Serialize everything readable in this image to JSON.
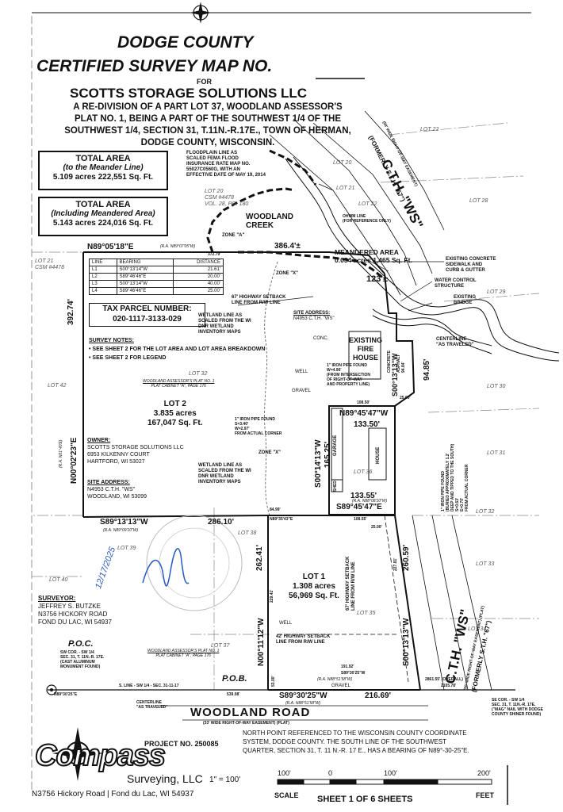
{
  "header": {
    "county_title": "DODGE COUNTY",
    "map_title": "CERTIFIED SURVEY MAP NO.",
    "for_label": "FOR",
    "owner_name": "SCOTTS STORAGE SOLUTIONS LLC",
    "description": [
      "A RE-DIVISION OF A PART LOT 37, WOODLAND ASSESSOR'S",
      "PLAT NO. 1, BEING A PART OF THE SOUTHWEST 1/4 OF THE",
      "SOUTHWEST 1/4, SECTION 31, T.11N.-R.17E., TOWN OF HERMAN,",
      "DODGE COUNTY, WISCONSIN."
    ]
  },
  "area_boxes": {
    "total_meander": {
      "title": "TOTAL AREA",
      "subtitle": "(to the Meander Line)",
      "value": "5.109 acres  222,551 Sq. Ft."
    },
    "total_meandered": {
      "title": "TOTAL AREA",
      "subtitle": "(Including Meandered Area)",
      "value": "5.143 acres  224,016 Sq. Ft."
    }
  },
  "line_table": {
    "headers": [
      "LINE",
      "BEARING",
      "DISTANCE"
    ],
    "rows": [
      [
        "L1",
        "S00°13'14\"W",
        "21.61'"
      ],
      [
        "L2",
        "S89°46'46\"E",
        "20.00'"
      ],
      [
        "L3",
        "S00°13'14\"W",
        "40.00'"
      ],
      [
        "L4",
        "S89°46'46\"E",
        "25.00'"
      ]
    ]
  },
  "tax_parcel": {
    "label": "TAX PARCEL NUMBER:",
    "number": "020-1117-3133-029"
  },
  "survey_notes": {
    "title": "SURVEY NOTES:",
    "items": [
      "SEE SHEET 2 FOR THE LOT AREA AND LOT AREA BREAKDOWN",
      "SEE SHEET 2 FOR LEGEND"
    ]
  },
  "lot2": {
    "name": "LOT 2",
    "acres": "3.835 acres",
    "sqft": "167,047 Sq. Ft."
  },
  "lot1": {
    "name": "LOT 1",
    "acres": "1.308 acres",
    "sqft": "56,969 Sq. Ft."
  },
  "meandered_area": {
    "title": "MEANDERED AREA",
    "value": "0.034 acres  1,465 Sq. Ft."
  },
  "owner_block": {
    "label": "OWNER:",
    "lines": [
      "SCOTTS STORAGE SOLUTIONS LLC",
      "6953 KILKENNY COURT",
      "HARTFORD, WI 53027"
    ]
  },
  "site_block": {
    "label": "SITE ADDRESS:",
    "lines": [
      "N4953 C.T.H. \"WS\"",
      "WOODLAND, WI 53099"
    ]
  },
  "surveyor_block": {
    "label": "SURVEYOR:",
    "lines": [
      "JEFFREY S. BUTZKE",
      "N3756 HICKORY ROAD",
      "FOND DU LAC, WI 54937"
    ]
  },
  "dimensions": {
    "north_bearing": "N89°05'18\"E",
    "north_record": "(R.A. N89°07'05\"W)",
    "north_total": "372.79'",
    "north_dist": "386.4'±",
    "west_side": "392.74'",
    "west_bearing": "N00°02'23\"E",
    "west_record": "(R.A. N01°40'E)",
    "mid_bearing": "S89°13'13\"W",
    "mid_record": "(R.A. N89°09'10\"W)",
    "mid_dist": "286.10'",
    "d8499": "84.99'",
    "n8935": "N89°35'43\"E",
    "house_top_bearing": "N89°45'47\"W",
    "house_top_dist": "133.50'",
    "house_bot_dist": "133.55'",
    "house_bot_bearing": "S89°45'47\"E",
    "house_bot_record": "(R.A. N88°08'10\"W)",
    "d16525": "165.25'",
    "s0014": "S00°14'13\"W",
    "d10855": "108.55'",
    "d2500": "25.00'",
    "d10850": "108.50'",
    "d9485": "94.85'",
    "d9484": "94.84'",
    "s0013": "S00°13'13\"W",
    "d26241": "262.41'",
    "d22941": "229.41'",
    "n0011": "N00°11'12\"W",
    "d26059": "260.59'",
    "d22781": "227.81'",
    "s0013b": "S00°13'13\"W",
    "d19192": "191.92'",
    "s8930": "S89°30'25\"W",
    "r8851": "(R.A. N88°51'58\"W)",
    "south_bearing": "S89°30'25\"W",
    "south_dist": "216.69'",
    "south_record": "(R.A. N88°51'58\"W)",
    "d5308": "539.08'",
    "d5300": "53.00'",
    "d12": "123'±",
    "overall": "2861.55' (OVERALL)",
    "d210578": "2105.78'",
    "n8930": "N89°30'25\"E"
  },
  "annotations": {
    "floodplain": [
      "FLOODPLAIN LINE AS",
      "SCALED FEMA FLOOD",
      "INSURANCE RATE MAP NO.",
      "55027C0560G, WITH AN",
      "EFFECTIVE DATE OF MAY 19, 2014"
    ],
    "zone_a": "ZONE \"A\"",
    "zone_x1": "ZONE \"X\"",
    "zone_x2": "ZONE \"X\"",
    "woodland_creek": [
      "WOODLAND",
      "CREEK"
    ],
    "ohwm": [
      "OHWM LINE",
      "(FOR REFERENCE ONLY)"
    ],
    "concrete_sidewalk": [
      "EXISTING CONCRETE",
      "SIDEWALK AND",
      "CURB & GUTTER"
    ],
    "water_control": [
      "WATER CONTROL",
      "STRUCTURE"
    ],
    "existing_bridge": [
      "EXISTING",
      "BRIDGE"
    ],
    "centerline_traveled": [
      "CENTERLINE",
      "\"AS TRAVELED\""
    ],
    "setback_67": [
      "67' HIGHWAY SETBACK",
      "LINE FROM R/W LINE"
    ],
    "wetland1": [
      "WETLAND LINE AS",
      "SCALED FROM THE WI",
      "DNR WETLAND",
      "INVENTORY MAPS"
    ],
    "wetland2": [
      "WETLAND LINE AS",
      "SCALED FROM THE WI",
      "DNR WETLAND",
      "INVENTORY MAPS"
    ],
    "site_address_small": [
      "SITE ADDRESS:",
      "N4953 C.T.H. \"WS\""
    ],
    "conc": "CONC.",
    "fire_house": [
      "EXISTING",
      "FIRE",
      "HOUSE"
    ],
    "pipe_found1": [
      "1\" IRON PIPE FOUND",
      "W=4.96'",
      "(FROM INTERSECTION",
      "OF RIGHT-OF-WAY",
      "AND PROPERTY LINE)"
    ],
    "pipe_found2": [
      "1\" IRON PIPE FOUND",
      "S=3.40'",
      "W=2.97'",
      "FROM ACTUAL CORNER"
    ],
    "pipe_found3": [
      "1\" IRON PIPE FOUND",
      "(BURIED APPROXIMATELY 1.2'",
      "DEEP AND TIPPED TO THE SOUTH)",
      "S=0.63'",
      "E=0.70'",
      "FROM ACTUAL CORNER"
    ],
    "gravel": "GRAVEL",
    "gravel2": "GRAVEL",
    "well": "WELL",
    "well2": "WELL",
    "garage": "GARAGE",
    "house": "HOUSE",
    "shed": "SHED",
    "asphalt": "ASPHALT",
    "concrete_v": "CONCRETE",
    "setback_67b": [
      "67' HIGHWAY SETBACK",
      "LINE FROM R/W LINE"
    ],
    "setback_42": [
      "42' HIGHWAY SETBACK",
      "LINE FROM R/W LINE"
    ],
    "woodland_plat_top": [
      "WOODLAND ASSESSOR'S PLAT NO. 1",
      "PLAT CABINET \"A\", PAGE 176"
    ],
    "woodland_plat_bot": [
      "WOODLAND ASSESSOR'S PLAT NO. 1",
      "PLAT CABINET \"A\", PAGE 176"
    ],
    "csm_top": [
      "LOT 20",
      "CSM #4478",
      "VOL. 28, PG. 180"
    ],
    "csm_left": [
      "LOT 21",
      "CSM #4478"
    ],
    "pob": "P.O.B.",
    "poc": "P.O.C.",
    "poc_desc": [
      "SW COR. - SW 1/4",
      "SEC. 31, T. 11N.-R. 17E.",
      "(CAST ALUMINUM",
      "MONUMENT FOUND)"
    ],
    "se_corner": [
      "SE COR. - SW 1/4",
      "SEC. 31, T. 11N.-R. 17E.",
      "(\"MAG\" NAIL WITH DODGE",
      "COUNTY SHINER FOUND)"
    ],
    "s_line": "S. LINE - SW 1/4 - SEC. 31-11-17",
    "centerline_traveled2": [
      "CENTERLINE",
      "\"AS TRAVELED\""
    ],
    "woodland_road": "WOODLAND ROAD",
    "woodland_road_sub": "(33' WIDE RIGHT-OF-WAY EASEMENT) (PLAT)",
    "cth_ws_top": "C.T.H. \"WS\"",
    "cth_ws_top_sub": [
      "(FORMERLY S.T.H. \"67\")",
      "(50' WIDE RIGHT-OF-WAY EASEMENT)"
    ],
    "cth_ws_bot": "C.T.H. \"WS\"",
    "cth_ws_bot_sub": [
      "(50' WIDE RIGHT-OF-WAY EASEMENT) (PLAT)",
      "(FORMERLY S.T.H. \"67\")"
    ],
    "signature_date": "12/17/2025"
  },
  "lot_labels": {
    "l22a": "LOT 22",
    "l20": "LOT 20",
    "l21": "LOT 21",
    "l22b": "LOT 22",
    "l28": "LOT 28",
    "l29": "LOT 29",
    "l30": "LOT 30",
    "l31": "LOT 31",
    "l32a": "LOT 32",
    "l32b": "LOT 32",
    "l33": "LOT 33",
    "l34": "LOT 34",
    "l35": "LOT 35",
    "l36": "LOT 36",
    "l37": "LOT 37",
    "l38": "LOT 38",
    "l39": "LOT 39",
    "l40": "LOT 40",
    "l42": "LOT 42",
    "l32c": "LOT 32"
  },
  "footer": {
    "company_logo": "Compass",
    "company_name": "Surveying, LLC",
    "address": "N3756 Hickory Road  |  Fond du Lac, WI 54937",
    "project": "PROJECT NO. 250085",
    "north_note": [
      "NORTH POINT REFERENCED TO THE WISCONSIN COUNTY COORDINATE",
      "SYSTEM, DODGE COUNTY.  THE SOUTH LINE OF THE SOUTHWEST",
      "QUARTER, SECTION 31, T. 11 N.-R. 17 E., HAS A BEARING OF N89°-30-25\"E."
    ],
    "scale_ticks": [
      "100'",
      "0",
      "100'",
      "200'"
    ],
    "scale_label": "SCALE",
    "scale_ratio": "1\" = 100'",
    "feet_label": "FEET",
    "sheet": "SHEET  1  OF  6  SHEETS"
  },
  "colors": {
    "ink": "#111111",
    "signature": "#2a5bbf",
    "gray": "#777777"
  }
}
